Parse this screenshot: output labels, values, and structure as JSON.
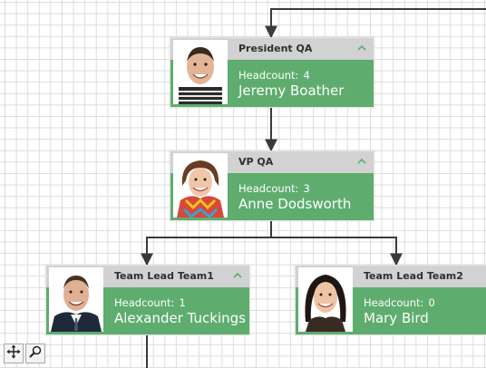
{
  "nodes": [
    {
      "title": "President QA",
      "headcount_label": "Headcount:",
      "headcount": "4",
      "name": "Jeremy Boather",
      "photo_icon": "person-photo-male-smiling"
    },
    {
      "title": "VP QA",
      "headcount_label": "Headcount:",
      "headcount": "3",
      "name": "Anne Dodsworth",
      "photo_icon": "person-photo-female-scarf"
    },
    {
      "title": "Team Lead Team1",
      "headcount_label": "Headcount:",
      "headcount": "1",
      "name": "Alexander Tuckings",
      "photo_icon": "person-photo-male-suit"
    },
    {
      "title": "Team Lead Team2",
      "headcount_label": "Headcount:",
      "headcount": "0",
      "name": "Mary Bird",
      "photo_icon": "person-photo-female-dark-hair"
    }
  ],
  "toolbar": {
    "pan_icon": "move-arrows-icon",
    "zoom_icon": "magnifier-icon"
  },
  "colors": {
    "node_body": "#5ead6e",
    "node_header": "#d2d2d2",
    "connector": "#3a3a3a",
    "collapse_chevron": "#5ead6e",
    "grid": "#dcdcdc"
  }
}
